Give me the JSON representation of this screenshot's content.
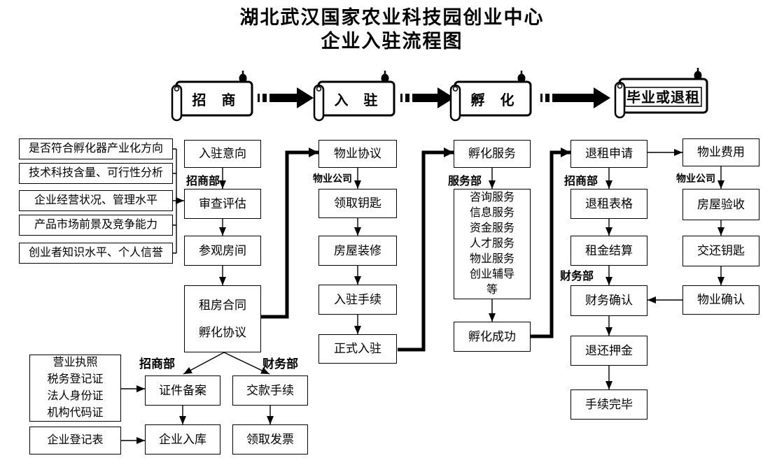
{
  "title": {
    "line1": "湖北武汉国家农业科技园创业中心",
    "line2": "企业入驻流程图"
  },
  "colors": {
    "ink": "#000000",
    "background": "#ffffff"
  },
  "banners": [
    {
      "label": "招　商"
    },
    {
      "label": "入　驻"
    },
    {
      "label": "孵　化"
    },
    {
      "label": "毕业或退租"
    }
  ],
  "criteria": [
    "是否符合孵化器产业化方向",
    "技术科技含量、可行性分析",
    "企业经营状况、管理水平",
    "产品市场前景及竞争能力",
    "创业者知识水平、个人信誉"
  ],
  "nodes": {
    "entry_intent": "入驻意向",
    "review_assess": "审查评估",
    "visit_rooms": "参观房间",
    "contract_line1": "租房合同",
    "contract_line2": "孵化协议",
    "property_agreement": "物业协议",
    "get_keys": "领取钥匙",
    "house_decoration": "房屋装修",
    "entry_procedure": "入驻手续",
    "official_entry": "正式入驻",
    "incubation_service": "孵化服务",
    "incubation_success": "孵化成功",
    "lease_termination_apply": "退租申请",
    "lease_termination_form": "退租表格",
    "rent_settlement": "租金结算",
    "finance_confirm": "财务确认",
    "deposit_refund": "退还押金",
    "procedure_complete": "手续完毕",
    "property_fee": "物业费用",
    "house_inspection": "房屋验收",
    "return_keys": "交还钥匙",
    "property_confirm": "物业确认",
    "certificate_filing": "证件备案",
    "enterprise_entry_db": "企业入库",
    "payment_procedure": "交款手续",
    "get_invoice": "领取发票",
    "enterprise_registration_form": "企业登记表"
  },
  "services": [
    "咨询服务",
    "信息服务",
    "资金服务",
    "人才服务",
    "物业服务",
    "创业辅导",
    "等"
  ],
  "documents": [
    "营业执照",
    "税务登记证",
    "法人身份证",
    "机构代码证"
  ],
  "dept_labels": {
    "zhaoshang_col2": "招商部",
    "wuye_col3": "物业公司",
    "fuwu_col4": "服务部",
    "zhaoshang_col5": "招商部",
    "wuye_col6": "物业公司",
    "caiwu_col5": "财务部",
    "zhaoshang_bottom": "招商部",
    "caiwu_bottom": "财务部"
  }
}
